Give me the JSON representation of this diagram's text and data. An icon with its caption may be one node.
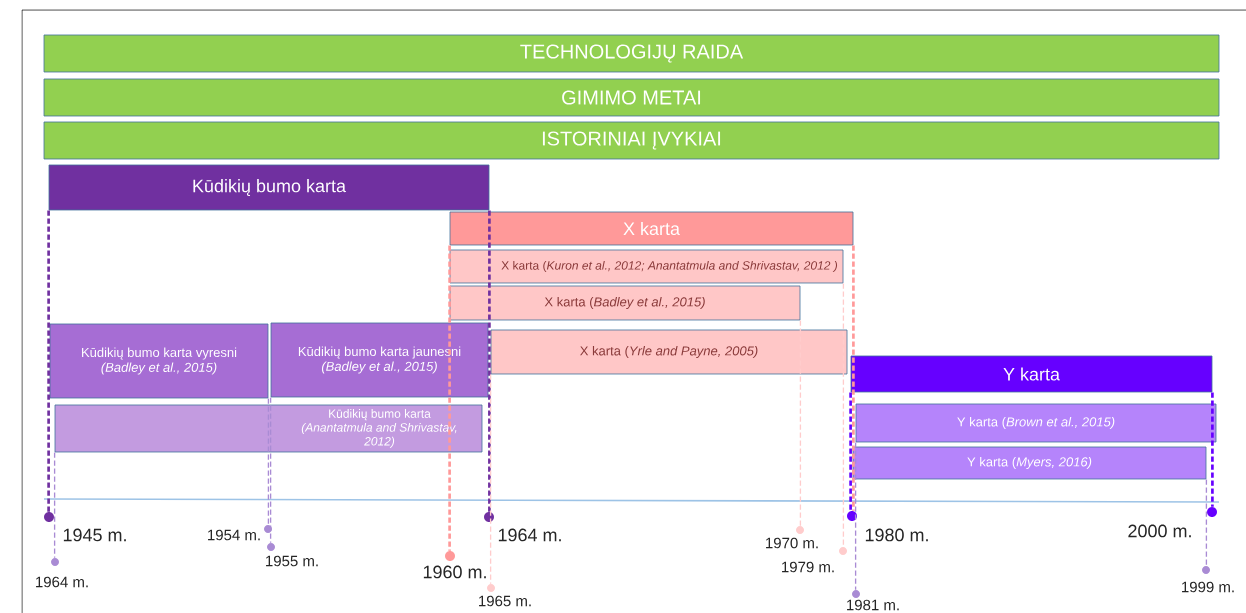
{
  "diagram": {
    "nodes": [
      {
        "text": [
          "TECHNOLOGIJŲ RAIDA"
        ]
      },
      {
        "text": [
          "GIMIMO METAI"
        ]
      },
      {
        "text": [
          "ISTORINIAI ĮVYKIAI"
        ]
      },
      {
        "text": [
          "Kūdikių bumo karta"
        ]
      },
      {
        "text": [
          "X karta"
        ]
      },
      {
        "text": [
          "X karta (*Kuron et al., 2012; Anantatmula and Shrivastav, 2012 )*"
        ]
      },
      {
        "text": [
          "X karta (*Badley et al., 2015)*"
        ]
      },
      {
        "text": [
          "Kūdikių bumo karta vyresni *(Badley et al., 2015)*"
        ]
      },
      {
        "text": [
          "Kūdikių bumo karta jaunesni *(Badley et al., 2015)*"
        ]
      },
      {
        "text": [
          "X karta (*Yrle and Payne, 2005)*"
        ]
      },
      {
        "text": [
          "Y karta"
        ]
      },
      {
        "text": [
          "Kūdikių bumo karta *(Anantatmula and Shrivastav, 2012)*"
        ]
      },
      {
        "text": [
          "Y karta (*Brown et al., 2015)*"
        ]
      },
      {
        "text": [
          "Y karta (*Myers, 2016)*"
        ]
      },
      {
        "text": [
          "1945 m."
        ]
      },
      {
        "text": [
          "1964 m."
        ]
      },
      {
        "text": [
          "1954 m."
        ]
      },
      {
        "text": [
          "1955 m."
        ]
      },
      {
        "text": [
          "1960 m."
        ]
      },
      {
        "text": [
          "1964 m."
        ]
      },
      {
        "text": [
          "1965 m."
        ]
      },
      {
        "text": [
          "1970 m."
        ]
      },
      {
        "text": [
          "1979 m."
        ]
      },
      {
        "text": [
          "1980 m."
        ]
      },
      {
        "text": [
          "1981 m."
        ]
      },
      {
        "text": [
          "1999 m."
        ]
      },
      {
        "text": [
          "2000 m."
        ]
      }
    ],
    "edges": [
      {
        "from": 3,
        "to": 14,
        "arrow": "none",
        "style": "dashed",
        "color": "#7030a0"
      },
      {
        "from": 11,
        "to": 15,
        "arrow": "none",
        "style": "dashed",
        "color": "#a98bd4"
      },
      {
        "from": 7,
        "to": 16,
        "arrow": "none",
        "style": "dashed",
        "color": "#a98bd4"
      },
      {
        "from": 8,
        "to": 17,
        "arrow": "none",
        "style": "dashed",
        "color": "#a98bd4"
      },
      {
        "from": 4,
        "to": 18,
        "arrow": "none",
        "style": "dashed",
        "color": "#ff9999"
      },
      {
        "from": 3,
        "to": 19,
        "arrow": "none",
        "style": "dashed",
        "color": "#7030a0"
      },
      {
        "from": 9,
        "to": 20,
        "arrow": "none",
        "style": "dashed",
        "color": "#ffcccc"
      },
      {
        "from": 6,
        "to": 21,
        "arrow": "none",
        "style": "dashed",
        "color": "#ffcccc"
      },
      {
        "from": 5,
        "to": 22,
        "arrow": "none",
        "style": "dashed",
        "color": "#ffcccc"
      },
      {
        "from": 4,
        "to": 23,
        "arrow": "none",
        "style": "dashed",
        "color": "#ff9999"
      },
      {
        "from": 10,
        "to": 23,
        "arrow": "none",
        "style": "dashed",
        "color": "#6600ff"
      },
      {
        "from": 12,
        "to": 24,
        "arrow": "none",
        "style": "dashed",
        "color": "#a98bd4"
      },
      {
        "from": 13,
        "to": 25,
        "arrow": "none",
        "style": "dashed",
        "color": "#a98bd4"
      },
      {
        "from": 10,
        "to": 26,
        "arrow": "none",
        "style": "dashed",
        "color": "#6600ff"
      }
    ]
  }
}
